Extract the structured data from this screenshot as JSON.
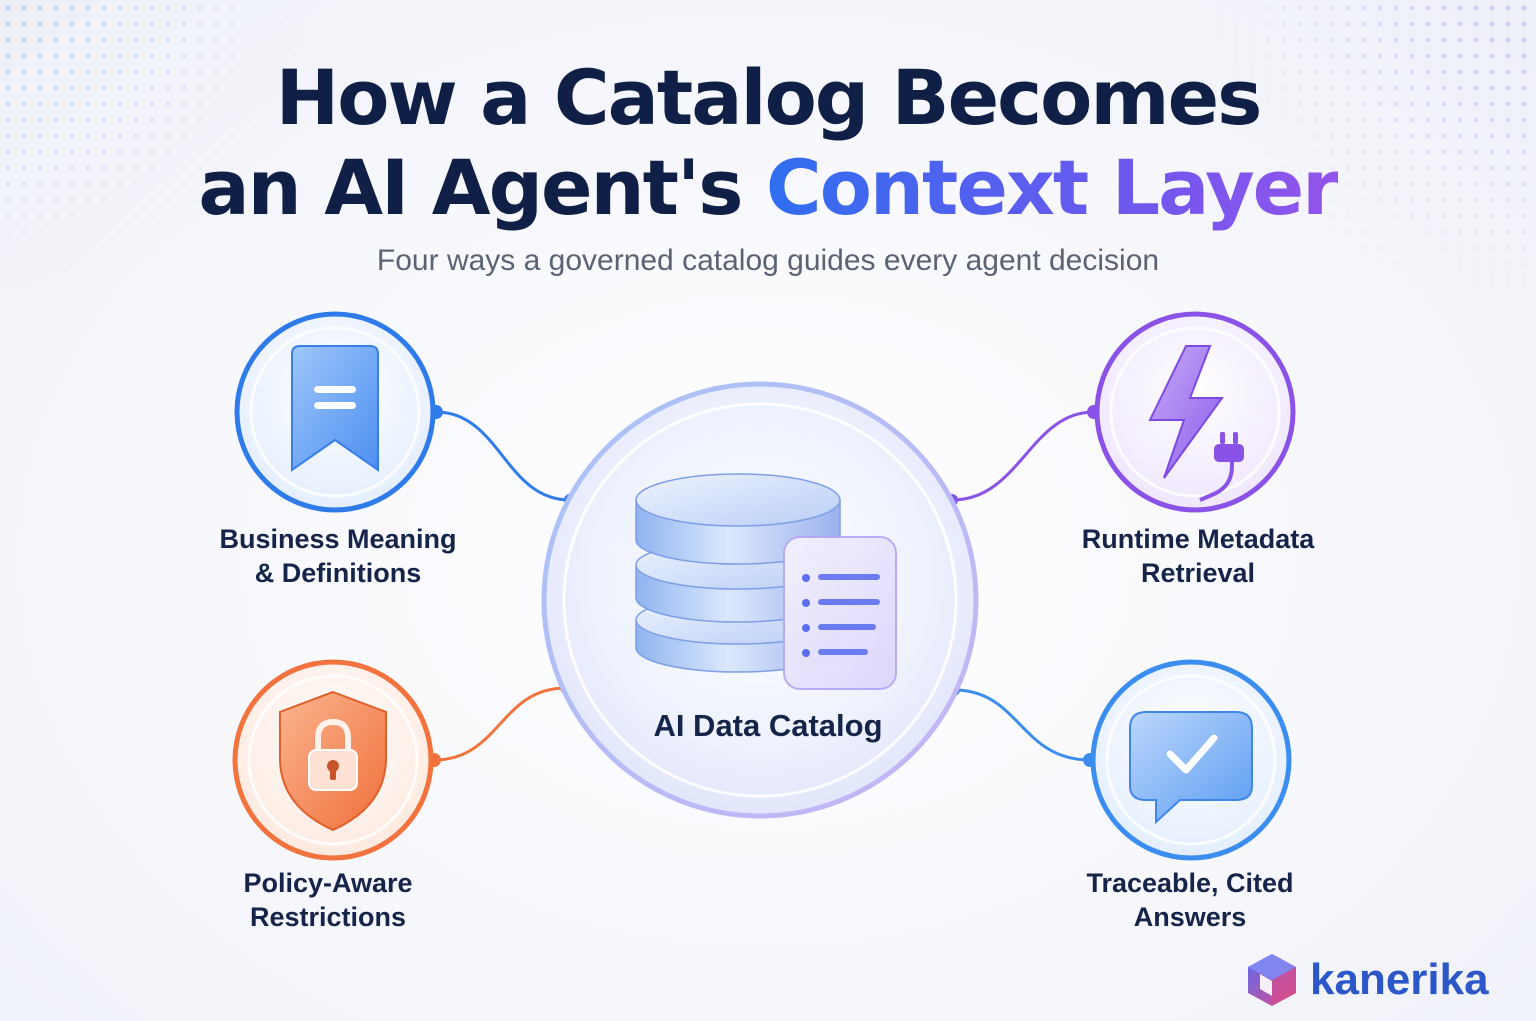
{
  "title": {
    "line1": "How a Catalog Becomes",
    "line2_prefix": "an AI Agent's",
    "line2_accent": "Context Layer"
  },
  "subtitle": "Four ways a governed catalog guides every agent decision",
  "center": {
    "label": "AI Data Catalog",
    "icon": "database-document-icon"
  },
  "nodes": [
    {
      "id": "business",
      "label_line1": "Business Meaning",
      "label_line2": "& Definitions",
      "icon": "bookmark-icon",
      "color": "#2f7bea"
    },
    {
      "id": "runtime",
      "label_line1": "Runtime Metadata",
      "label_line2": "Retrieval",
      "icon": "lightning-plug-icon",
      "color": "#8a52e6"
    },
    {
      "id": "policy",
      "label_line1": "Policy-Aware",
      "label_line2": "Restrictions",
      "icon": "shield-lock-icon",
      "color": "#f2733d"
    },
    {
      "id": "traceable",
      "label_line1": "Traceable, Cited",
      "label_line2": "Answers",
      "icon": "chat-check-icon",
      "color": "#3b8ef0"
    }
  ],
  "brand": {
    "name": "kanerika",
    "icon": "cube-logo-icon"
  }
}
